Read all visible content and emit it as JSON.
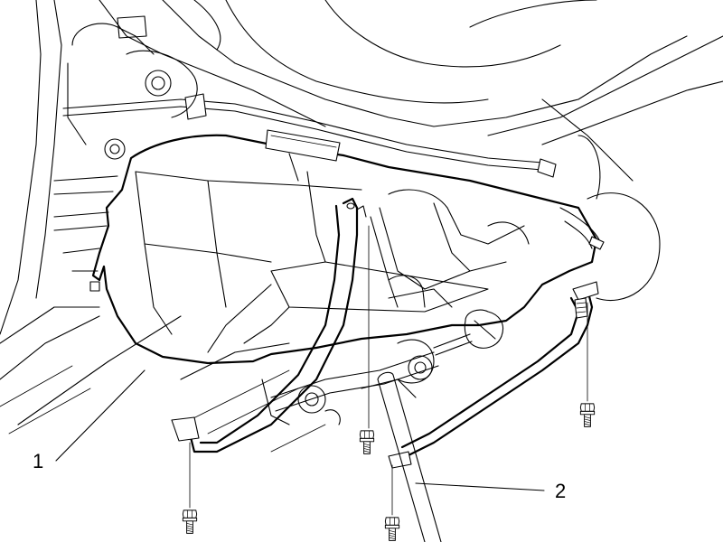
{
  "callouts": [
    {
      "id": "callout-1",
      "label": "1"
    },
    {
      "id": "callout-2",
      "label": "2"
    }
  ],
  "colors": {
    "line": "#000000",
    "background": "#ffffff"
  },
  "icons": [
    "bolt-icon"
  ]
}
